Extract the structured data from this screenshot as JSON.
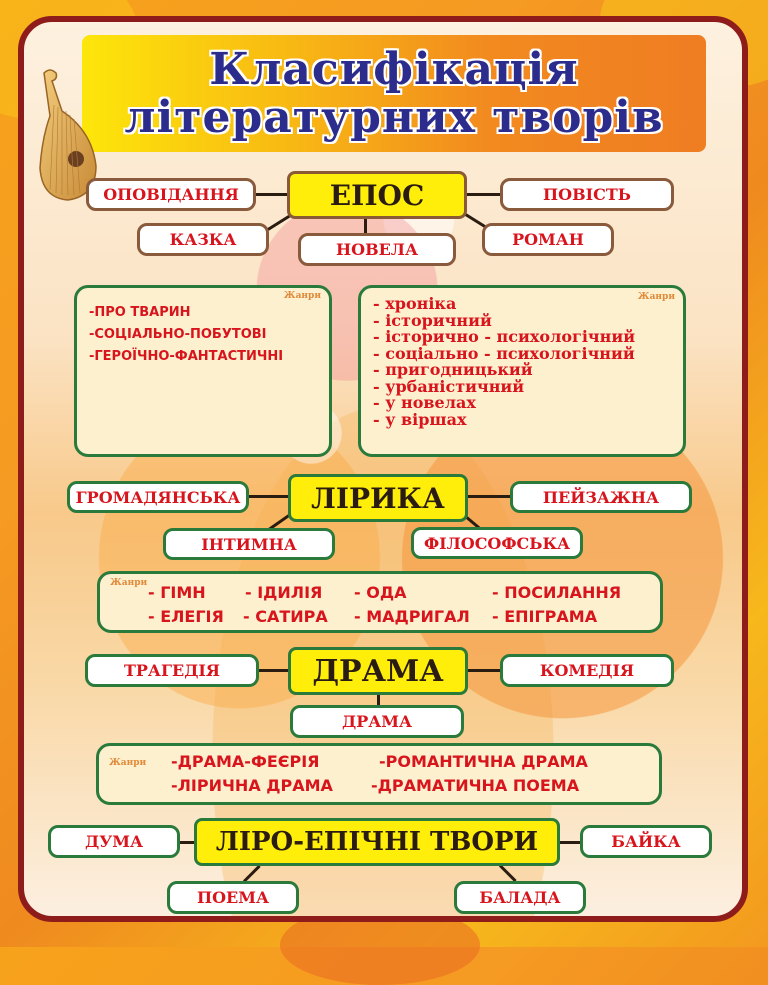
{
  "title": {
    "line1": "Класифікація",
    "line2": "літературних творів"
  },
  "colors": {
    "frame": "#8e1c1a",
    "title_text": "#2c2c8c",
    "hub_fill": "#ffee0a",
    "leaf_text": "#d8141c",
    "green_border": "#2a7a3c",
    "brown_border": "#8a5a3c"
  },
  "genre_label": "Жанри",
  "epos": {
    "hub": "ЕПОС",
    "left_top": "ОПОВІДАННЯ",
    "left_bottom": "КАЗКА",
    "center_bottom": "НОВЕЛА",
    "right_top": "ПОВІСТЬ",
    "right_bottom": "РОМАН",
    "tale_genres": [
      "-ПРО ТВАРИН",
      "-СОЦІАЛЬНО-ПОБУТОВІ",
      "-ГЕРОЇЧНО-ФАНТАСТИЧНІ"
    ],
    "novel_genres": [
      "- хроніка",
      "- історичний",
      "- історично - психологічний",
      "- соціально - психологічний",
      "- пригодницький",
      "- урбаністичний",
      "- у новелах",
      "- у віршах"
    ]
  },
  "lyrics": {
    "hub": "ЛІРИКА",
    "left_top": "ГРОМАДЯНСЬКА",
    "left_bottom": "ІНТИМНА",
    "right_top": "ПЕЙЗАЖНА",
    "right_bottom": "ФІЛОСОФСЬКА",
    "genres_row1": [
      "- ГІМН",
      "- ІДИЛІЯ",
      "- ОДА",
      "- ПОСИЛАННЯ"
    ],
    "genres_row2": [
      "- ЕЛЕГІЯ",
      "- САТИРА",
      "- МАДРИГАЛ",
      "- ЕПІГРАМА"
    ]
  },
  "drama": {
    "hub": "ДРАМА",
    "left": "ТРАГЕДІЯ",
    "right": "КОМЕДІЯ",
    "bottom": "ДРАМА",
    "genres_row1": [
      "-ДРАМА-ФЕЄРІЯ",
      "-РОМАНТИЧНА ДРАМА"
    ],
    "genres_row2": [
      "-ЛІРИЧНА ДРАМА",
      "-ДРАМАТИЧНА ПОЕМА"
    ]
  },
  "lyro_epic": {
    "hub": "ЛІРО-ЕПІЧНІ ТВОРИ",
    "left_top": "ДУМА",
    "right_top": "БАЙКА",
    "left_bottom": "ПОЕМА",
    "right_bottom": "БАЛАДА"
  }
}
